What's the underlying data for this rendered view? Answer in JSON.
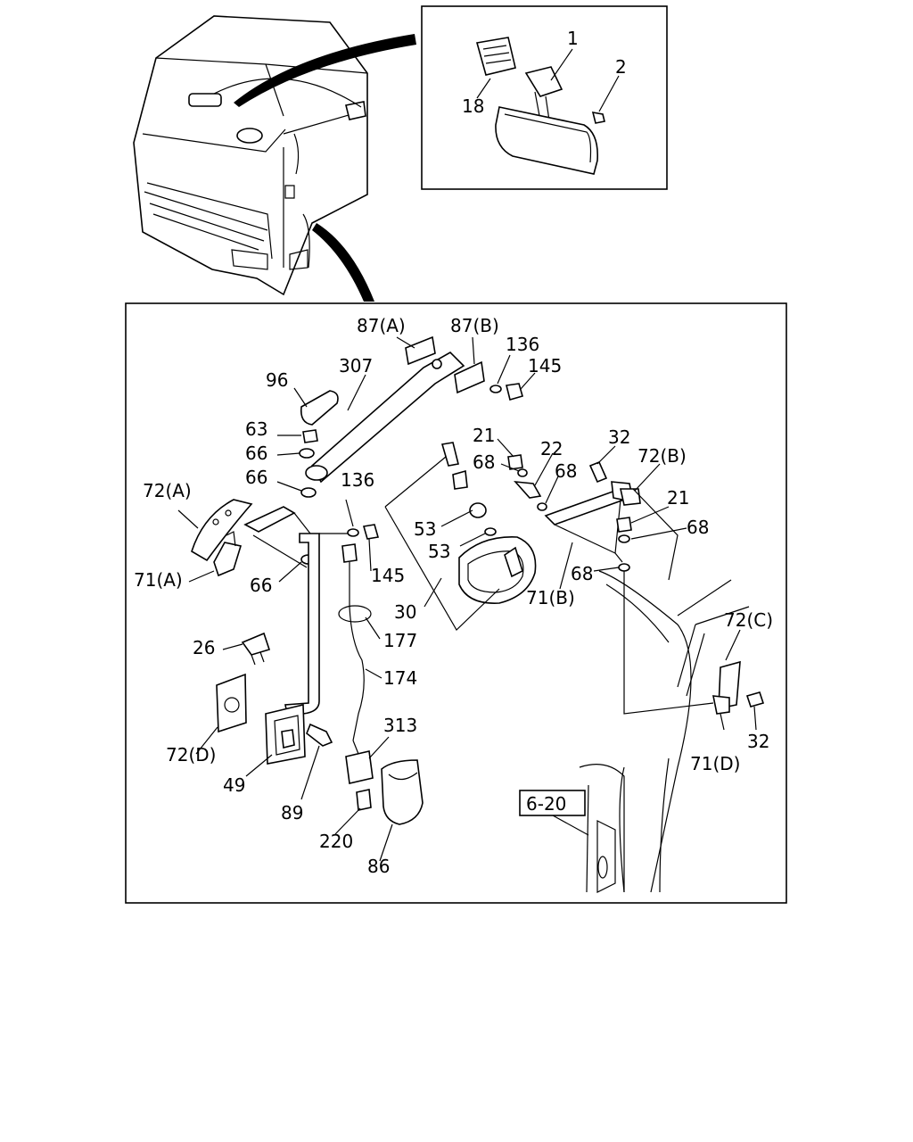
{
  "callouts": {
    "c1": "1",
    "c2": "2",
    "c18": "18",
    "c87a": "87(A)",
    "c87b": "87(B)",
    "c136a": "136",
    "c145a": "145",
    "c307": "307",
    "c96": "96",
    "c63": "63",
    "c66a": "66",
    "c66b": "66",
    "c72a": "72(A)",
    "c136b": "136",
    "c71a": "71(A)",
    "c66c": "66",
    "c145b": "145",
    "c177": "177",
    "c26": "26",
    "c174": "174",
    "c72d": "72(D)",
    "c313": "313",
    "c49": "49",
    "c89": "89",
    "c220": "220",
    "c86": "86",
    "c21a": "21",
    "c68a": "68",
    "c22": "22",
    "c68b": "68",
    "c32a": "32",
    "c72b": "72(B)",
    "c21b": "21",
    "c68c": "68",
    "c53a": "53",
    "c53b": "53",
    "c71b": "71(B)",
    "c68d": "68",
    "c30": "30",
    "c72c": "72(C)",
    "c32b": "32",
    "c71d": "71(D)",
    "ref": "6-20"
  }
}
